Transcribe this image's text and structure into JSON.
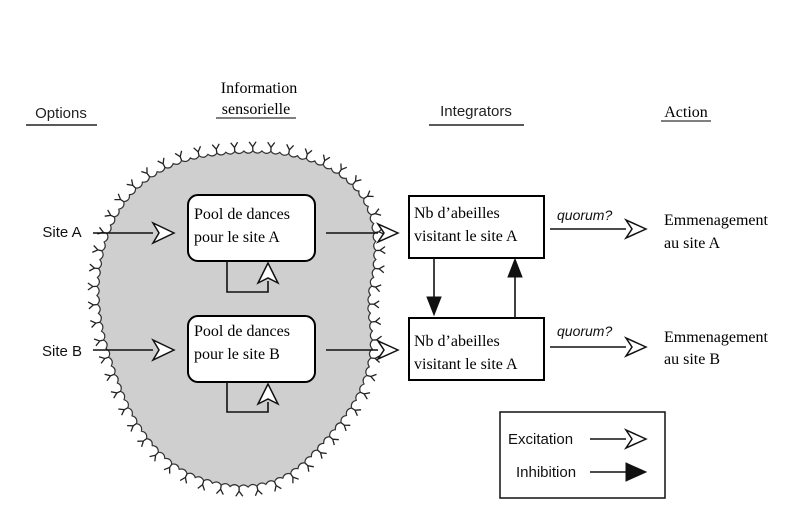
{
  "headers": {
    "options": "Options",
    "information_line1": "Information",
    "information_line2": "sensorielle",
    "integrators": "Integrators",
    "action": "Action"
  },
  "sites": {
    "a": "Site A",
    "b": "Site B"
  },
  "pools": {
    "a": {
      "line1": "Pool de dances",
      "line2": "pour le site A"
    },
    "b": {
      "line1": "Pool de dances",
      "line2": "pour le site B"
    }
  },
  "integrator_boxes": {
    "a": {
      "line1": "Nb d’abeilles",
      "line2": "visitant le site A"
    },
    "b": {
      "line1": "Nb d’abeilles",
      "line2": "visitant le site A"
    }
  },
  "quorum_label": "quorum?",
  "actions": {
    "a": {
      "line1": "Emmenagement",
      "line2": "au site A"
    },
    "b": {
      "line1": "Emmenagement",
      "line2": "au site B"
    }
  },
  "legend": {
    "excitation": "Excitation",
    "inhibition": "Inhibition"
  },
  "colors": {
    "cloud_fill": "#cfcfcf",
    "ink": "#111111"
  }
}
